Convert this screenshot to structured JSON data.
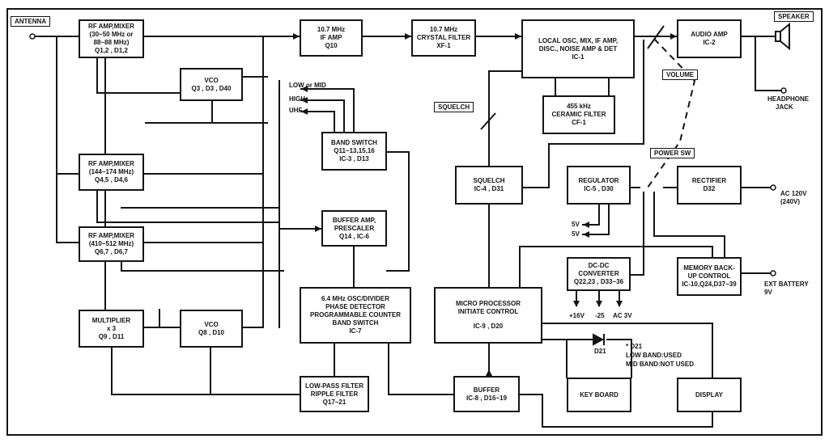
{
  "blocks": {
    "rf_amp_1": [
      "RF AMP,MIXER",
      "(30~50 MHz or",
      "88~88 MHz)",
      "Q1,2 , D1,2"
    ],
    "vco_1": [
      "VCO",
      "Q3 , D3 , D40"
    ],
    "rf_amp_2": [
      "RF AMP,MIXER",
      "(144~174 MHz)",
      "Q4,5 , D4,6"
    ],
    "rf_amp_3": [
      "RF AMP,MIXER",
      "(410~512 MHz)",
      "Q6,7 , D6,7"
    ],
    "multiplier": [
      "MULTIPLIER",
      "x 3",
      "Q9 , D11"
    ],
    "vco_2": [
      "VCO",
      "Q8 , D10"
    ],
    "if_amp": [
      "10.7 MHz",
      "IF AMP",
      "Q10"
    ],
    "crystal_filter": [
      "10.7 MHz",
      "CRYSTAL FILTER",
      "XF-1"
    ],
    "local_osc": [
      "LOCAL OSC, MIX, IF AMP,",
      "DISC., NOISE AMP & DET",
      "IC-1"
    ],
    "ceramic_filter": [
      "455 kHz",
      "CERAMIC FILTER",
      "CF-1"
    ],
    "audio_amp": [
      "AUDIO AMP",
      "IC-2"
    ],
    "band_switch": [
      "BAND SWITCH",
      "Q11~13,15,16",
      "IC-3 , D13"
    ],
    "buffer_amp": [
      "BUFFER AMP,",
      "PRESCALER",
      "Q14 , IC-6"
    ],
    "osc_divider": [
      "6.4 MHz OSC/DIVIDER",
      "PHASE DETECTOR",
      "PROGRAMMABLE COUNTER",
      "BAND SWITCH",
      "IC-7"
    ],
    "low_pass": [
      "LOW-PASS FILTER",
      "RIPPLE FILTER",
      "Q17~21"
    ],
    "buffer": [
      "BUFFER",
      "IC-8 , D16~19"
    ],
    "squelch": [
      "SQUELCH",
      "IC-4 , D31"
    ],
    "regulator": [
      "REGULATOR",
      "IC-5 , D30"
    ],
    "rectifier": [
      "RECTIFIER",
      "D32"
    ],
    "dcdc": [
      "DC-DC",
      "CONVERTER",
      "Q22,23 , D33~36"
    ],
    "memory": [
      "MEMORY BACK-",
      "UP CONTROL",
      "IC-10,Q24,D37~39"
    ],
    "micro": [
      "MICRO PROCESSOR",
      "INITIATE CONTROL",
      "IC-9 , D20"
    ],
    "keyboard": [
      "KEY BOARD"
    ],
    "display": [
      "DISPLAY"
    ]
  },
  "tags": {
    "antenna": "ANTENNA",
    "speaker": "SPEAKER",
    "volume": "VOLUME",
    "squelch_knob": "SQUELCH"
  },
  "labels": {
    "low_mid": "LOW or MID",
    "high": "HIGH",
    "uhf": "UHF",
    "headphone_1": "HEADPHONE",
    "headphone_2": "JACK",
    "power_sw": "POWER SW",
    "ac_120_1": "AC 120V",
    "ac_120_2": "(240V)",
    "v5a": "5V",
    "v5b": "5V",
    "out_16": "+16V",
    "out_25": "-25",
    "out_ac3": "AC 3V",
    "ext_batt_1": "EXT BATTERY",
    "ext_batt_2": "9V",
    "d21": "D21",
    "d21_note_1": "* D21",
    "d21_note_2": "LOW BAND:USED",
    "d21_note_3": "MID BAND:NOT USED"
  }
}
